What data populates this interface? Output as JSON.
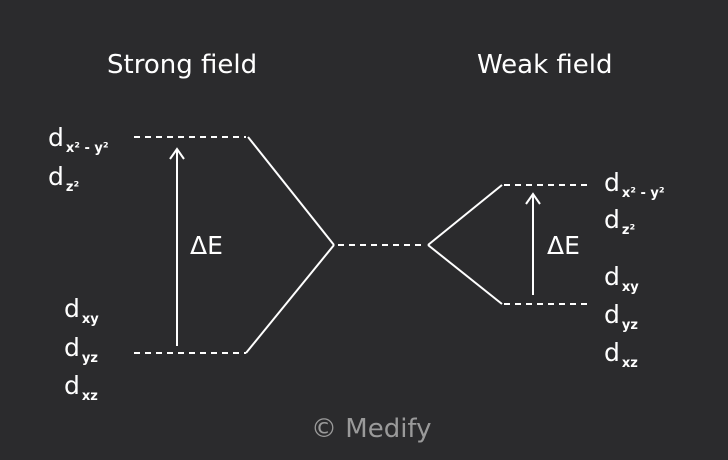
{
  "titles": {
    "strong": "Strong field",
    "weak": "Weak field"
  },
  "strong_field": {
    "upper_orbitals": [
      {
        "symbol": "d",
        "subscript": "x² - y²"
      },
      {
        "symbol": "d",
        "subscript": "z²"
      }
    ],
    "lower_orbitals": [
      {
        "symbol": "d",
        "subscript": "xy"
      },
      {
        "symbol": "d",
        "subscript": "yz"
      },
      {
        "symbol": "d",
        "subscript": "xz"
      }
    ],
    "gap_label": "ΔE"
  },
  "weak_field": {
    "upper_orbitals": [
      {
        "symbol": "d",
        "subscript": "x² - y²"
      },
      {
        "symbol": "d",
        "subscript": "z²"
      }
    ],
    "lower_orbitals": [
      {
        "symbol": "d",
        "subscript": "xy"
      },
      {
        "symbol": "d",
        "subscript": "yz"
      },
      {
        "symbol": "d",
        "subscript": "xz"
      }
    ],
    "gap_label": "ΔE"
  },
  "watermark": "© Medify",
  "colors": {
    "background": "#2b2b2d",
    "lines": "#ffffff",
    "watermark": "#9a9a9a"
  }
}
